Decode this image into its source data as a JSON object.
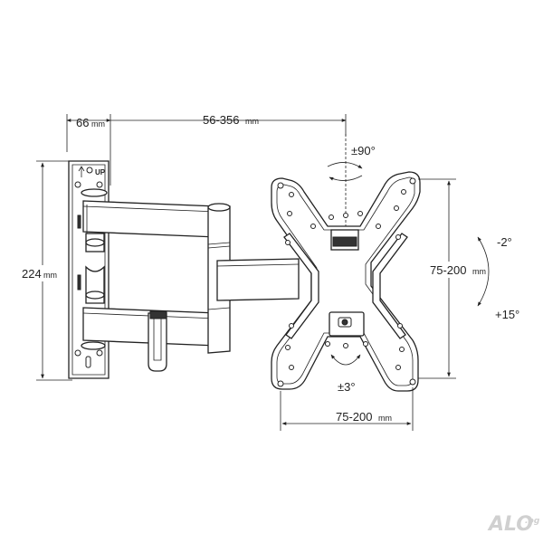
{
  "dimensions": {
    "depth_min": "66",
    "depth_min_unit": "mm",
    "extension": "56-356",
    "extension_unit": "mm",
    "height": "224",
    "height_unit": "mm",
    "vesa_vertical": "75-200",
    "vesa_vertical_unit": "mm",
    "vesa_horizontal": "75-200",
    "vesa_horizontal_unit": "mm"
  },
  "angles": {
    "swivel": "±90°",
    "tilt_up": "-2°",
    "tilt_down": "+15°",
    "rotation": "±3°"
  },
  "wall_plate": {
    "up_label": "UP"
  },
  "watermark": {
    "brand": "ALO",
    "tld": ".bg"
  },
  "colors": {
    "line": "#222222",
    "watermark": "#d0d0d0"
  }
}
